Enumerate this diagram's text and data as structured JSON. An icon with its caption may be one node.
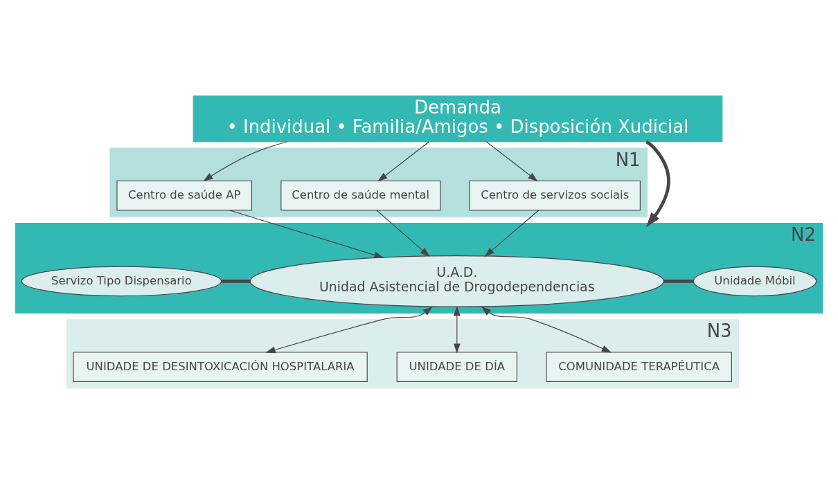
{
  "diagram": {
    "nodes": [
      {
        "text": [
          "Demanda",
          "• Individual • Familia/Amigos • Disposición Xudicial"
        ]
      },
      {
        "text": [
          "N1"
        ]
      },
      {
        "text": [
          "Centro de saúde AP"
        ],
        "in": 1
      },
      {
        "text": [
          "Centro de saúde mental"
        ],
        "in": 1
      },
      {
        "text": [
          "Centro de servizos sociais"
        ],
        "in": 1
      },
      {
        "text": [
          "N2"
        ]
      },
      {
        "text": [
          "U.A.D.",
          "Unidad Asistencial de Drogodependencias"
        ],
        "in": 5
      },
      {
        "text": [
          "Servizo Tipo Dispensario"
        ],
        "in": 5
      },
      {
        "text": [
          "Unidade Móbil"
        ],
        "in": 5
      },
      {
        "text": [
          "N3"
        ]
      },
      {
        "text": [
          "UNIDADE DE DESINTOXICACIÓN HOSPITALARIA"
        ],
        "in": 9
      },
      {
        "text": [
          "UNIDADE DE DÍA"
        ],
        "in": 9
      },
      {
        "text": [
          "COMUNIDADE TERAPÉUTICA"
        ],
        "in": 9
      }
    ],
    "edges": [
      {
        "from": 0,
        "to": 2,
        "arrow": "to"
      },
      {
        "from": 0,
        "to": 3,
        "arrow": "to"
      },
      {
        "from": 0,
        "to": 4,
        "arrow": "to"
      },
      {
        "from": 0,
        "to": 5,
        "arrow": "to",
        "style": "thick"
      },
      {
        "from": 2,
        "to": 6,
        "arrow": "to"
      },
      {
        "from": 3,
        "to": 6,
        "arrow": "to"
      },
      {
        "from": 4,
        "to": 6,
        "arrow": "to"
      },
      {
        "from": 6,
        "to": 7,
        "arrow": "none",
        "style": "thick"
      },
      {
        "from": 6,
        "to": 8,
        "arrow": "none",
        "style": "thick"
      },
      {
        "from": 6,
        "to": 10,
        "arrow": "both"
      },
      {
        "from": 6,
        "to": 11,
        "arrow": "both"
      },
      {
        "from": 6,
        "to": 12,
        "arrow": "both"
      }
    ]
  }
}
